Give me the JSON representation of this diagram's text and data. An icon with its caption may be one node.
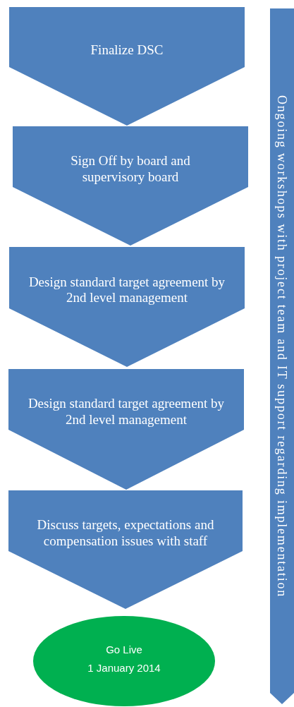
{
  "diagram": {
    "nodes": [
      {
        "text": [
          "Finalize DSC"
        ]
      },
      {
        "text": [
          "Sign Off by board and supervisory board"
        ]
      },
      {
        "text": [
          "Design standard target agreement by 2nd level management"
        ]
      },
      {
        "text": [
          "Design standard target agreement by 2nd level management"
        ]
      },
      {
        "text": [
          "Discuss targets, expectations and compensation issues with staff"
        ]
      },
      {
        "text": [
          "Go Live",
          "1 January 2014"
        ]
      },
      {
        "text": [
          "Ongoing workshops with project team and IT support regarding implementation"
        ]
      }
    ]
  }
}
